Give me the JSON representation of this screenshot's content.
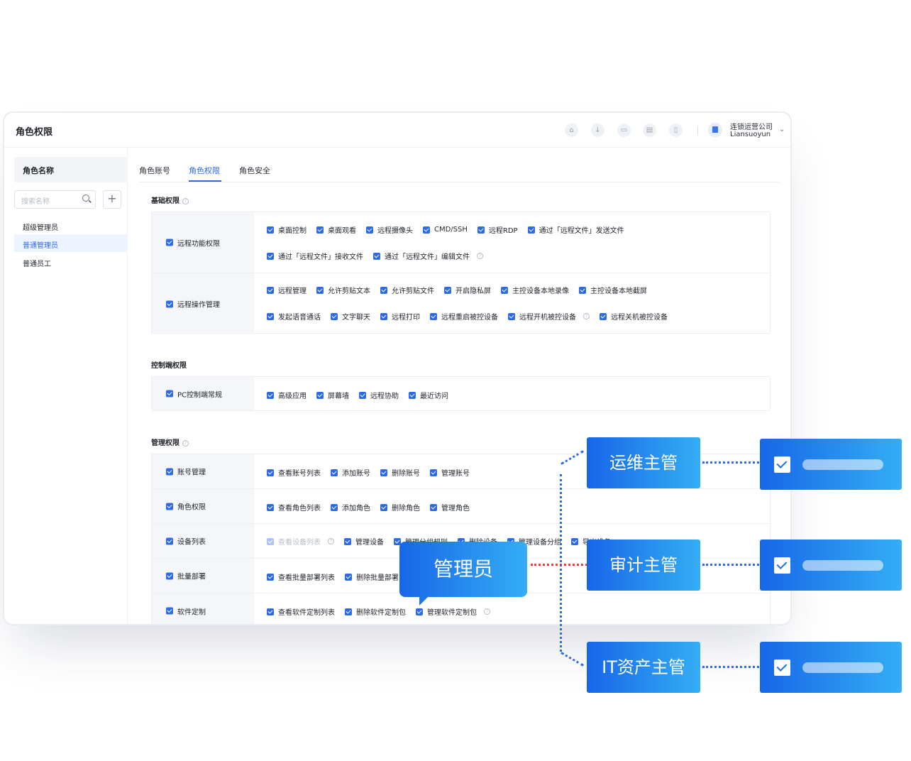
{
  "window": {
    "title": "角色权限"
  },
  "toolbar": {
    "icons": [
      "home-icon",
      "download-icon",
      "message-icon",
      "clipboard-icon",
      "document-icon"
    ],
    "company_name": "连锁运营公司",
    "company_sub": "Liansuoyun"
  },
  "sidebar": {
    "header": "角色名称",
    "search_placeholder": "搜索名称",
    "add_label": "+",
    "roles": [
      {
        "label": "超级管理员",
        "active": false
      },
      {
        "label": "普通管理员",
        "active": true
      },
      {
        "label": "普通员工",
        "active": false
      }
    ]
  },
  "tabs": [
    {
      "label": "角色账号",
      "active": false
    },
    {
      "label": "角色权限",
      "active": true
    },
    {
      "label": "角色安全",
      "active": false
    }
  ],
  "sections": {
    "basic": {
      "title": "基础权限",
      "remote_func": {
        "label": "远程功能权限",
        "line1": [
          "桌面控制",
          "桌面观看",
          "远程摄像头",
          "CMD/SSH",
          "远程RDP",
          "通过「远程文件」发送文件"
        ],
        "line2": [
          "通过「远程文件」接收文件",
          "通过「远程文件」编辑文件"
        ]
      },
      "remote_ops": {
        "label": "远程操作管理",
        "line1": [
          "远程管理",
          "允许剪贴文本",
          "允许剪贴文件",
          "开启隐私屏",
          "主控设备本地录像",
          "主控设备本地截屏"
        ],
        "line2": [
          "发起语音通话",
          "文字聊天",
          "远程打印",
          "远程重启被控设备",
          "远程开机被控设备",
          "远程关机被控设备"
        ]
      }
    },
    "control": {
      "title": "控制端权限",
      "pc": {
        "label": "PC控制端常规",
        "line1": [
          "高级应用",
          "屏幕墙",
          "远程协助",
          "最近访问"
        ]
      }
    },
    "manage": {
      "title": "管理权限",
      "account": {
        "label": "账号管理",
        "opts": [
          "查看账号列表",
          "添加账号",
          "删除账号",
          "管理账号"
        ]
      },
      "role": {
        "label": "角色权限",
        "opts": [
          "查看角色列表",
          "添加角色",
          "删除角色",
          "管理角色"
        ]
      },
      "device": {
        "label": "设备列表",
        "opts": [
          "查看设备列表",
          "管理设备",
          "管理分组规则",
          "删除设备",
          "管理设备分组",
          "导出设备"
        ]
      },
      "deploy": {
        "label": "批量部署",
        "opts": [
          "查看批量部署列表",
          "删除批量部署"
        ]
      },
      "custom": {
        "label": "软件定制",
        "opts": [
          "查看软件定制列表",
          "删除软件定制包",
          "管理软件定制包"
        ]
      }
    }
  },
  "diagram": {
    "source": "管理员",
    "targets": [
      "运维主管",
      "审计主管",
      "IT资产主管"
    ]
  },
  "colors": {
    "accent": "#2d6ae3",
    "gradient_start": "#1766e8",
    "gradient_end": "#34aef4",
    "link_red": "#e0453b"
  }
}
